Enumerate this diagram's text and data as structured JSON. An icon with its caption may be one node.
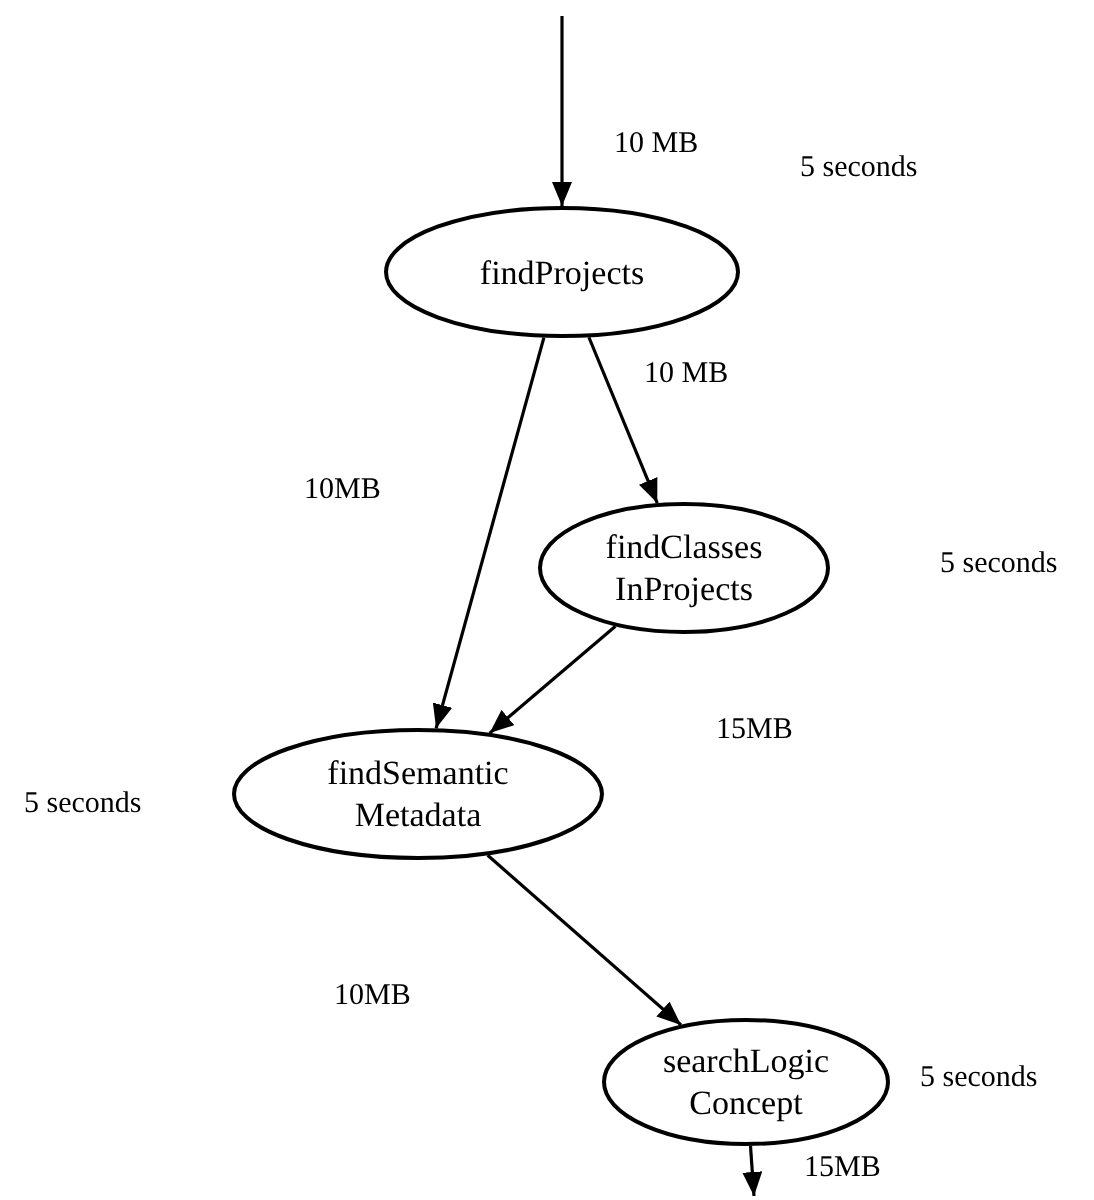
{
  "diagram": {
    "nodes": [
      {
        "text": [
          "findProjects"
        ],
        "beside": [
          "5 seconds"
        ]
      },
      {
        "text": [
          "findClasses InProjects"
        ],
        "beside": [
          "5 seconds"
        ]
      },
      {
        "text": [
          "findSemantic Metadata"
        ],
        "beside": [
          "5 seconds"
        ]
      },
      {
        "text": [
          "searchLogic Concept"
        ],
        "beside": [
          "5 seconds"
        ]
      }
    ],
    "edges": [
      {
        "from": null,
        "to": 0,
        "arrow": "to",
        "label": "10 MB"
      },
      {
        "from": 0,
        "to": 1,
        "arrow": "to",
        "label": "10 MB"
      },
      {
        "from": 0,
        "to": 2,
        "arrow": "to",
        "label": "10MB"
      },
      {
        "from": 1,
        "to": 2,
        "arrow": "to",
        "label": "15MB"
      },
      {
        "from": 2,
        "to": 3,
        "arrow": "to",
        "label": "10MB"
      },
      {
        "from": 3,
        "to": null,
        "arrow": "to",
        "label": "15MB"
      }
    ]
  }
}
